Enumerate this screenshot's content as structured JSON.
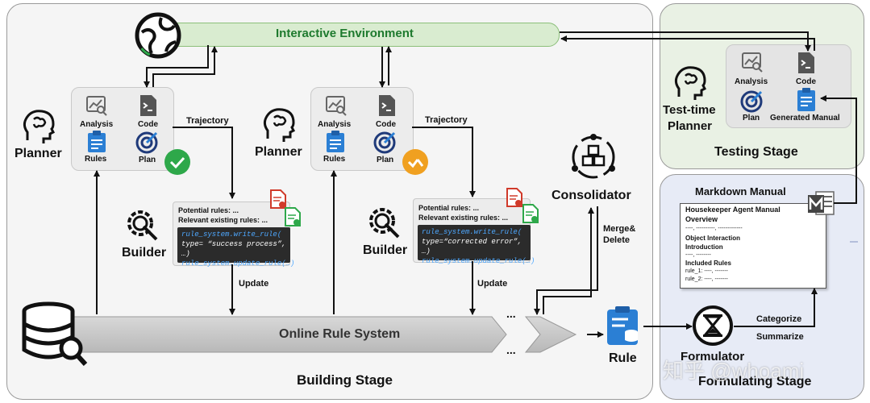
{
  "stages": {
    "building": "Building Stage",
    "testing": "Testing Stage",
    "formulating": "Formulating Stage"
  },
  "env": {
    "label": "Interactive Environment"
  },
  "planner1": {
    "label": "Planner",
    "analysis": "Analysis",
    "code": "Code",
    "rules": "Rules",
    "plan": "Plan",
    "trajectory": "Trajectory"
  },
  "planner2": {
    "label": "Planner",
    "analysis": "Analysis",
    "code": "Code",
    "rules": "Rules",
    "plan": "Plan",
    "trajectory": "Trajectory"
  },
  "builder1": {
    "label": "Builder",
    "line1": "Potential rules: ...",
    "line2": "Relevant existing rules: ...",
    "code1": "rule_system.write_rule(",
    "code2": "type= “success process”, …)",
    "code3": "rule_system.update_rule(…)",
    "update": "Update"
  },
  "builder2": {
    "label": "Builder",
    "line1": "Potential rules: ...",
    "line2": "Relevant existing rules: ...",
    "code1": "rule_system.write_rule(",
    "code2": "type=“corrected error”, …)",
    "code3": "rule_system.update_rule(…)",
    "update": "Update"
  },
  "consolidator": {
    "label": "Consolidator",
    "merge": "Merge&",
    "delete": "Delete"
  },
  "rule_system": {
    "label": "Online Rule System",
    "dots": "..."
  },
  "rule": {
    "label": "Rule"
  },
  "formulator": {
    "label": "Formulator",
    "categorize": "Categorize",
    "summarize": "Summarize"
  },
  "manual": {
    "title": "Markdown Manual",
    "heading": "Housekeeper Agent Manual",
    "overview": "Overview",
    "dash1": "----, ----------, -------------",
    "object": "Object Interaction",
    "intro": "Introduction",
    "dash2": "----, --------",
    "included": "Included Rules",
    "rule1": "rule_1: ----, -------",
    "rule2": "rule_2: ----, -------"
  },
  "testtime": {
    "label1": "Test-time",
    "label2": "Planner",
    "analysis": "Analysis",
    "code": "Code",
    "plan": "Plan",
    "manual": "Generated Manual"
  },
  "watermark": "知乎 @whoami",
  "colors": {
    "env_fill": "#d9ecd0",
    "env_border": "#8cbf7a",
    "env_text": "#1e7a2e",
    "blue_icon": "#2b7fd4",
    "navy_icon": "#1f3a7a",
    "check_green": "#2ea84a",
    "warn_orange": "#f0a020",
    "testing_bg": "#e9f1e4",
    "formulating_bg": "#e7ebf6",
    "code_blue": "#4ea8ff"
  }
}
